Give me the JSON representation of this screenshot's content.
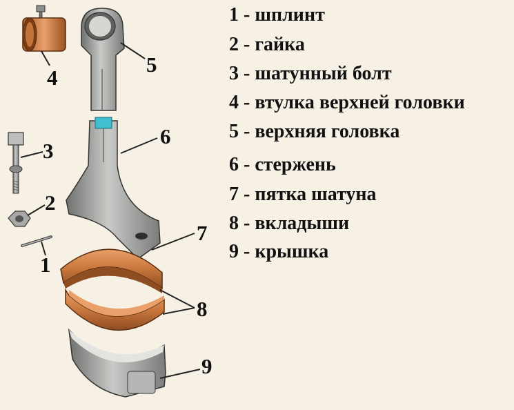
{
  "callouts": {
    "c1": "1",
    "c2": "2",
    "c3": "3",
    "c4": "4",
    "c5": "5",
    "c6": "6",
    "c7": "7",
    "c8": "8",
    "c9": "9"
  },
  "legend": [
    "1 - шплинт",
    "2 - гайка",
    "3 - шатунный болт",
    "4 - втулка верхней головки",
    "5 - верхняя головка",
    "6 - стержень",
    "7 - пятка шатуна",
    "8 - вкладыши",
    "9 - крышка"
  ],
  "colors": {
    "steel": "#9a9c9a",
    "steel_light": "#c9cac7",
    "steel_dark": "#5f615f",
    "bronze": "#c8773c",
    "bronze_light": "#e9a06a",
    "lock": "#3fbfd0",
    "background": "#f6f1e4"
  }
}
